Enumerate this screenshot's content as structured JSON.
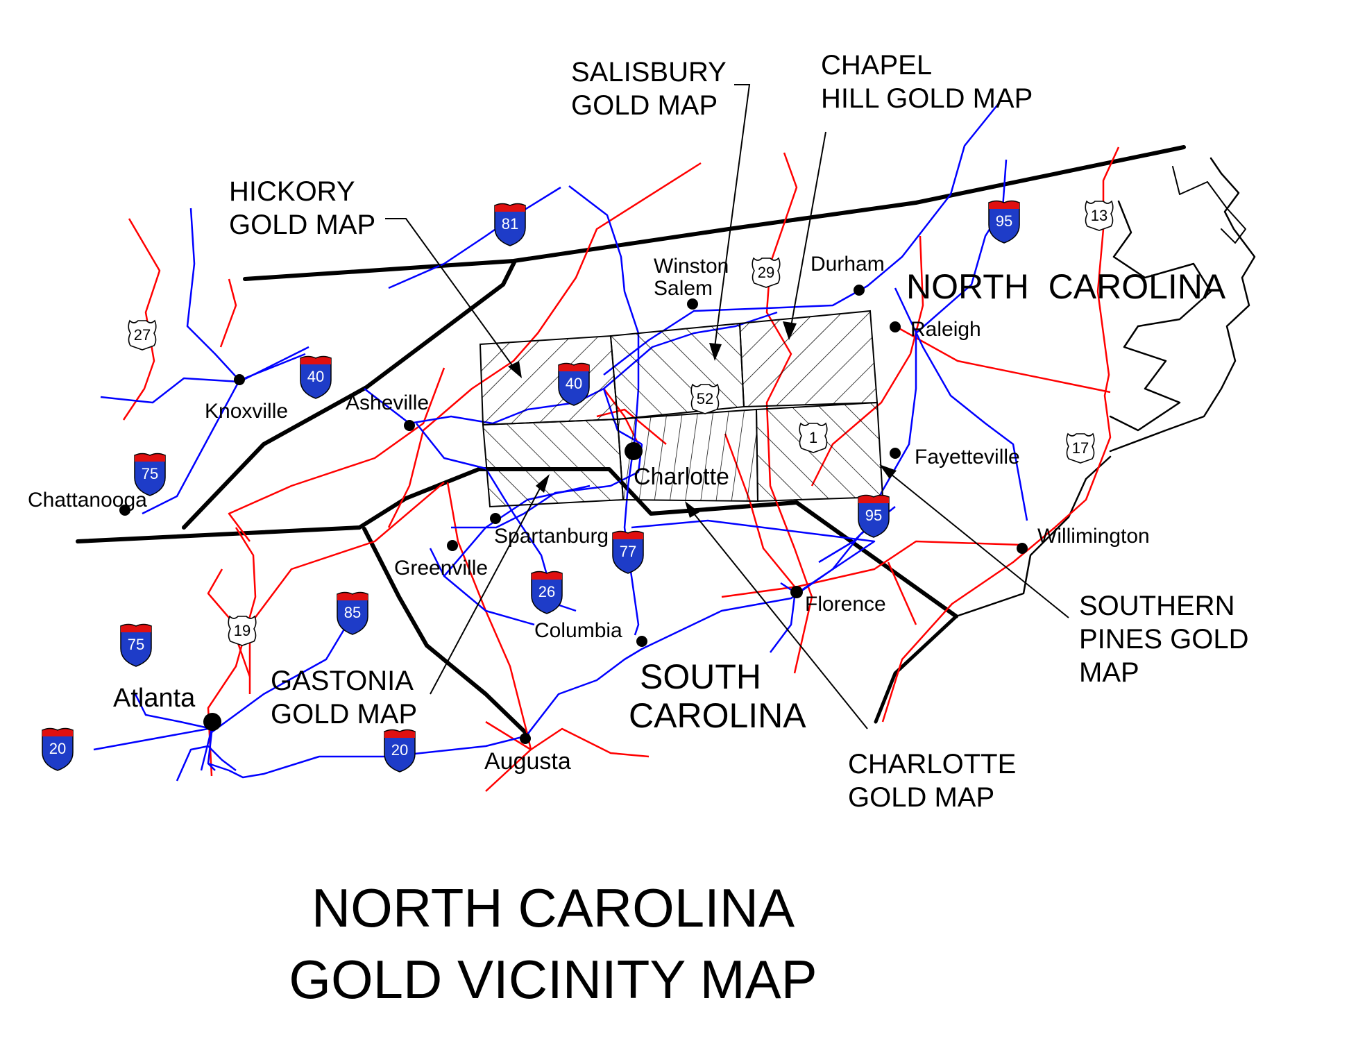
{
  "title": {
    "line1": "NORTH CAROLINA",
    "line2": "GOLD VICINITY MAP"
  },
  "regions": {
    "north_carolina": "NORTH  CAROLINA",
    "south_carolina_1": "SOUTH",
    "south_carolina_2": "CAROLINA"
  },
  "cities": {
    "winston_salem_1": "Winston",
    "winston_salem_2": "Salem",
    "durham": "Durham",
    "raleigh": "Raleigh",
    "knoxville": "Knoxville",
    "asheville": "Asheville",
    "charlotte": "Charlotte",
    "fayetteville": "Fayetteville",
    "chattanooga": "Chattanooga",
    "spartanburg": "Spartanburg",
    "greenville": "Greenville",
    "columbia": "Columbia",
    "florence": "Florence",
    "willimington": "Willimington",
    "atlanta": "Atlanta",
    "augusta": "Augusta"
  },
  "callouts": {
    "salisbury": [
      "SALISBURY",
      "GOLD MAP"
    ],
    "chapel_hill": [
      "CHAPEL",
      "HILL GOLD MAP"
    ],
    "hickory": [
      "HICKORY",
      "GOLD MAP"
    ],
    "gastonia": [
      "GASTONIA",
      "GOLD MAP"
    ],
    "charlotte": [
      "CHARLOTTE",
      "GOLD MAP"
    ],
    "southern_pines": [
      "SOUTHERN",
      "PINES GOLD",
      "MAP"
    ]
  },
  "shields": {
    "interstate": {
      "i81": "81",
      "i95_north": "95",
      "i40_west": "40",
      "i40_east": "40",
      "i75_north": "75",
      "i77": "77",
      "i95_south": "95",
      "i26": "26",
      "i85": "85",
      "i75_south": "75",
      "i20_west": "20",
      "i20_east": "20"
    },
    "us_route": {
      "us27": "27",
      "us29": "29",
      "us52": "52",
      "us1": "1",
      "us13": "13",
      "us17": "17",
      "us19": "19"
    }
  },
  "colors": {
    "interstate_road": "#0000ff",
    "us_road": "#ff0000",
    "state_border": "#000000",
    "interstate_shield_blue": "#1e3cc8",
    "interstate_shield_red": "#e01010"
  }
}
